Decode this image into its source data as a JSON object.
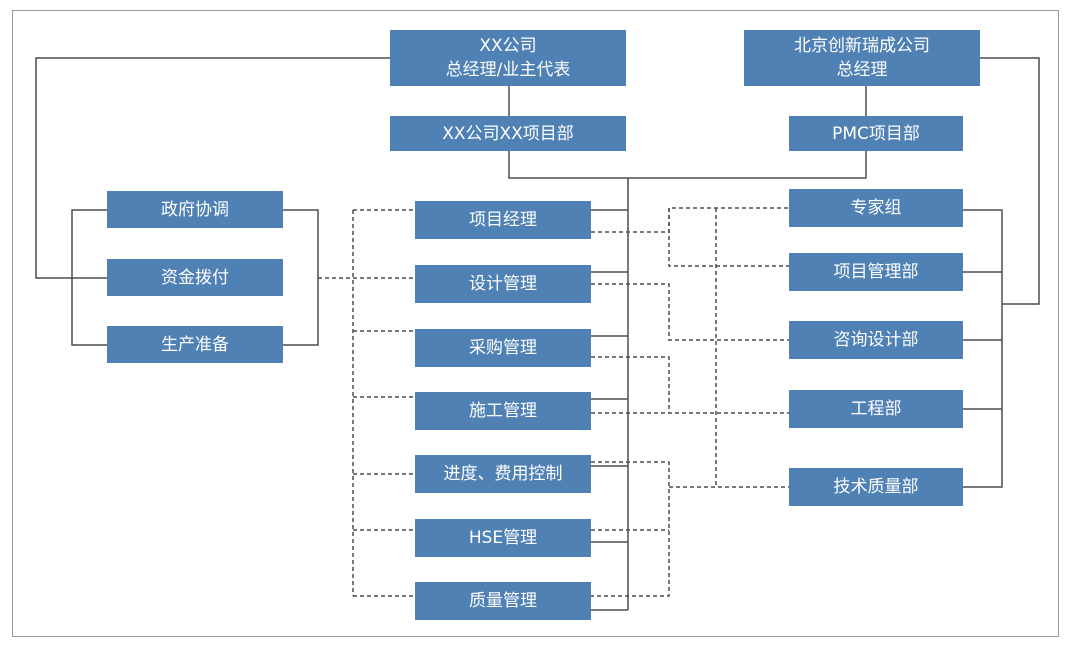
{
  "top_left": {
    "line1": "XX公司",
    "line2": "总经理/业主代表"
  },
  "top_right": {
    "line1": "北京创新瑞成公司",
    "line2": "总经理"
  },
  "dept_left": "XX公司XX项目部",
  "dept_right": "PMC项目部",
  "left_boxes": [
    "政府协调",
    "资金拨付",
    "生产准备"
  ],
  "center_boxes": [
    "项目经理",
    "设计管理",
    "采购管理",
    "施工管理",
    "进度、费用控制",
    "HSE管理",
    "质量管理"
  ],
  "right_boxes": [
    "专家组",
    "项目管理部",
    "咨询设计部",
    "工程部",
    "技术质量部"
  ],
  "colors": {
    "box": "#4f81b5",
    "line": "#4d4d4d",
    "frame": "#9a9a9a"
  }
}
